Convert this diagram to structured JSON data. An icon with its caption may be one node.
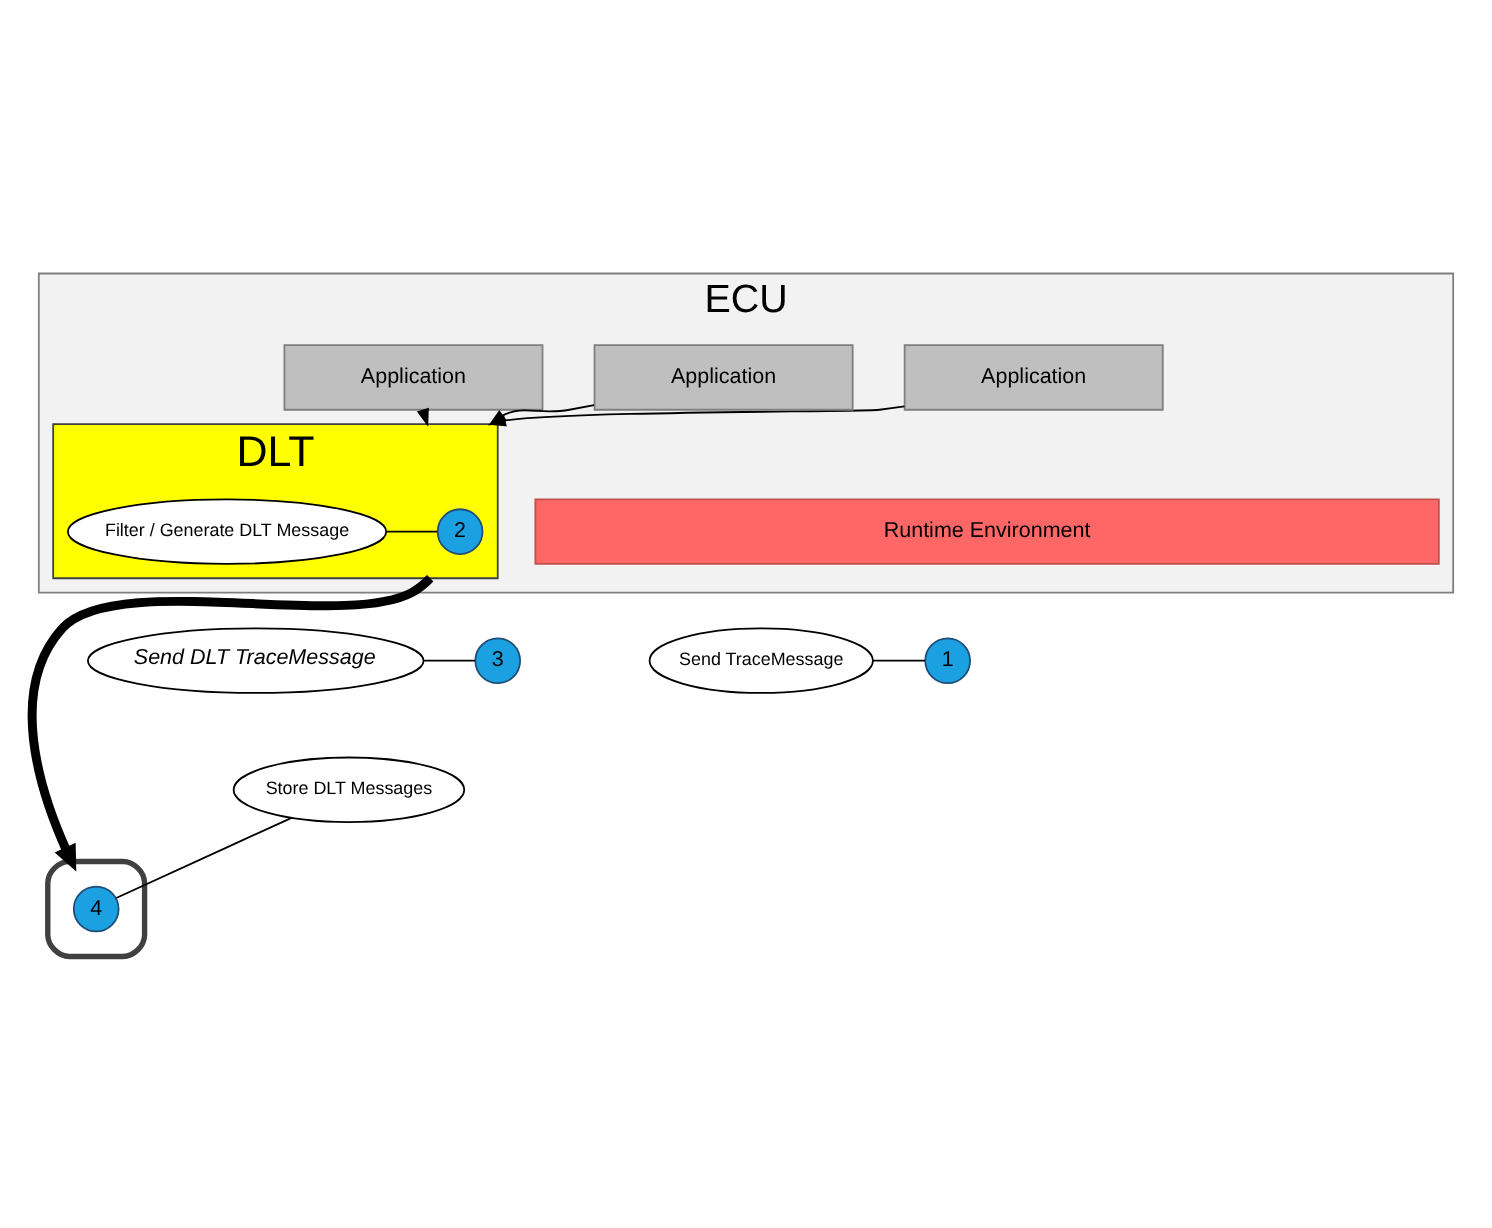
{
  "diagram": {
    "nodes": [
      {
        "text": [
          "ECU"
        ]
      },
      {
        "text": [
          "Application"
        ],
        "in": 0
      },
      {
        "text": [
          "Application"
        ],
        "in": 0
      },
      {
        "text": [
          "Application"
        ],
        "in": 0
      },
      {
        "text": [
          "Runtime Environment"
        ],
        "in": 0
      },
      {
        "text": [
          "DLT"
        ],
        "in": 0
      },
      {
        "text": [
          "1"
        ]
      },
      {
        "text": [
          "Send TraceMessage"
        ]
      },
      {
        "text": [
          "2"
        ],
        "in": 5
      },
      {
        "text": [
          "Filter / Generate DLT Message"
        ],
        "in": 5
      },
      {
        "text": [
          "3"
        ]
      },
      {
        "text": [
          "Send DLT TraceMessage"
        ]
      },
      {
        "text": [],
        "shape": "laptop"
      },
      {
        "text": [
          "4"
        ],
        "in": 12
      },
      {
        "text": [
          "Store DLT Messages"
        ]
      }
    ],
    "edges": [
      {
        "from": 1,
        "to": 5,
        "arrow": "to"
      },
      {
        "from": 2,
        "to": 5,
        "arrow": "to"
      },
      {
        "from": 3,
        "to": 5,
        "arrow": "to"
      },
      {
        "from": 5,
        "to": 12,
        "arrow": "to",
        "style": "thick"
      },
      {
        "from": 7,
        "to": 6,
        "arrow": "none"
      },
      {
        "from": 9,
        "to": 8,
        "arrow": "none"
      },
      {
        "from": 11,
        "to": 10,
        "arrow": "none"
      },
      {
        "from": 14,
        "to": 13,
        "arrow": "none"
      }
    ]
  }
}
